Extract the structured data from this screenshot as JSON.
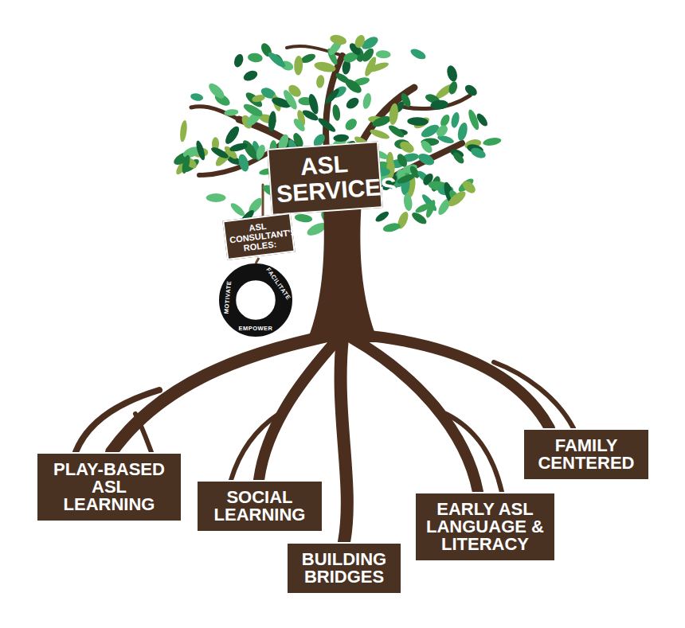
{
  "diagram": {
    "nodes": [
      {
        "text": [
          "ASL SERVICES"
        ]
      },
      {
        "text": [
          "ASL CONSULTANT'S ROLES:"
        ]
      },
      {
        "text": [
          "MOTIVATE",
          "FACILITATE",
          "EMPOWER"
        ]
      },
      {
        "text": [
          "PLAY-BASED ASL LEARNING"
        ]
      },
      {
        "text": [
          "SOCIAL LEARNING"
        ]
      },
      {
        "text": [
          "BUILDING BRIDGES"
        ]
      },
      {
        "text": [
          "EARLY ASL LANGUAGE & LITERACY"
        ]
      },
      {
        "text": [
          "FAMILY CENTERED"
        ]
      }
    ],
    "edges": [
      {
        "from": 1,
        "to": 2,
        "arrow": "none"
      }
    ]
  }
}
